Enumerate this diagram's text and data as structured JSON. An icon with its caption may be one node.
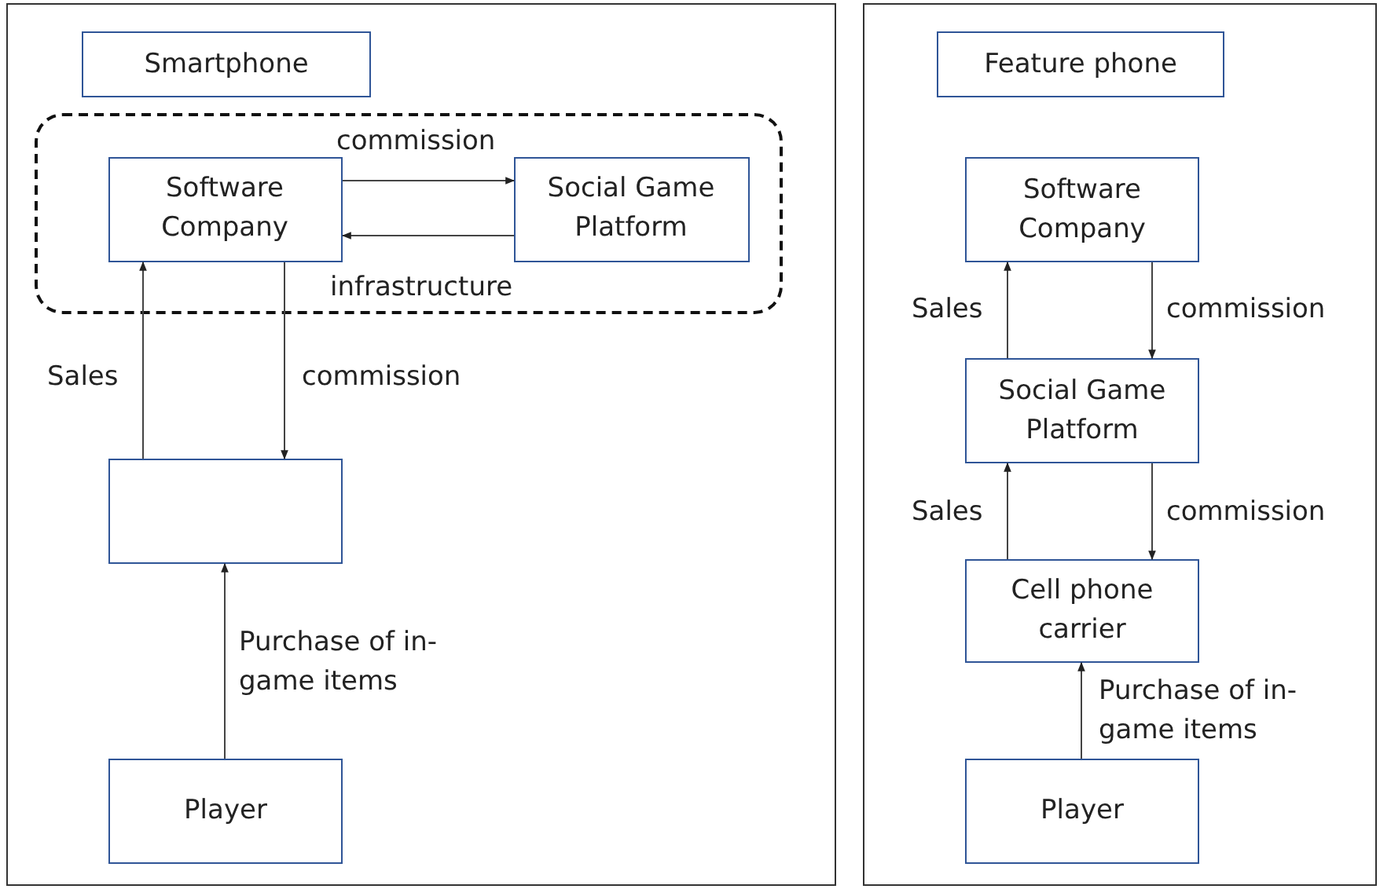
{
  "diagram": {
    "nodes": [
      {
        "text": [],
        "shape": "box"
      },
      {
        "text": [
          "Smartphone"
        ],
        "in": 0
      },
      {
        "text": [],
        "shape": "box",
        "in": 0
      },
      {
        "text": [
          "Software Company"
        ],
        "in": 2
      },
      {
        "text": [
          "Social Game Platform"
        ],
        "in": 2
      },
      {
        "text": [],
        "shape": "box",
        "in": 0
      },
      {
        "text": [
          "Player"
        ],
        "in": 0
      },
      {
        "text": [],
        "shape": "box"
      },
      {
        "text": [
          "Feature phone"
        ],
        "in": 7
      },
      {
        "text": [
          "Software Company"
        ],
        "in": 7
      },
      {
        "text": [
          "Social Game Platform"
        ],
        "in": 7
      },
      {
        "text": [
          "Cell phone carrier"
        ],
        "in": 7
      },
      {
        "text": [
          "Player"
        ],
        "in": 7
      }
    ],
    "edges": [
      {
        "from": 3,
        "to": 4,
        "arrow": "to",
        "label": "commission"
      },
      {
        "from": 4,
        "to": 3,
        "arrow": "to",
        "label": "infrastructure"
      },
      {
        "from": 5,
        "to": 3,
        "arrow": "to",
        "label": "Sales"
      },
      {
        "from": 3,
        "to": 5,
        "arrow": "to",
        "label": "commission"
      },
      {
        "from": 6,
        "to": 5,
        "arrow": "to",
        "label": "Purchase of in-game items"
      },
      {
        "from": 10,
        "to": 9,
        "arrow": "to",
        "label": "Sales"
      },
      {
        "from": 9,
        "to": 10,
        "arrow": "to",
        "label": "commission"
      },
      {
        "from": 11,
        "to": 10,
        "arrow": "to",
        "label": "Sales"
      },
      {
        "from": 10,
        "to": 11,
        "arrow": "to",
        "label": "commission"
      },
      {
        "from": 12,
        "to": 11,
        "arrow": "to",
        "label": "Purchase of in-game items"
      }
    ]
  }
}
